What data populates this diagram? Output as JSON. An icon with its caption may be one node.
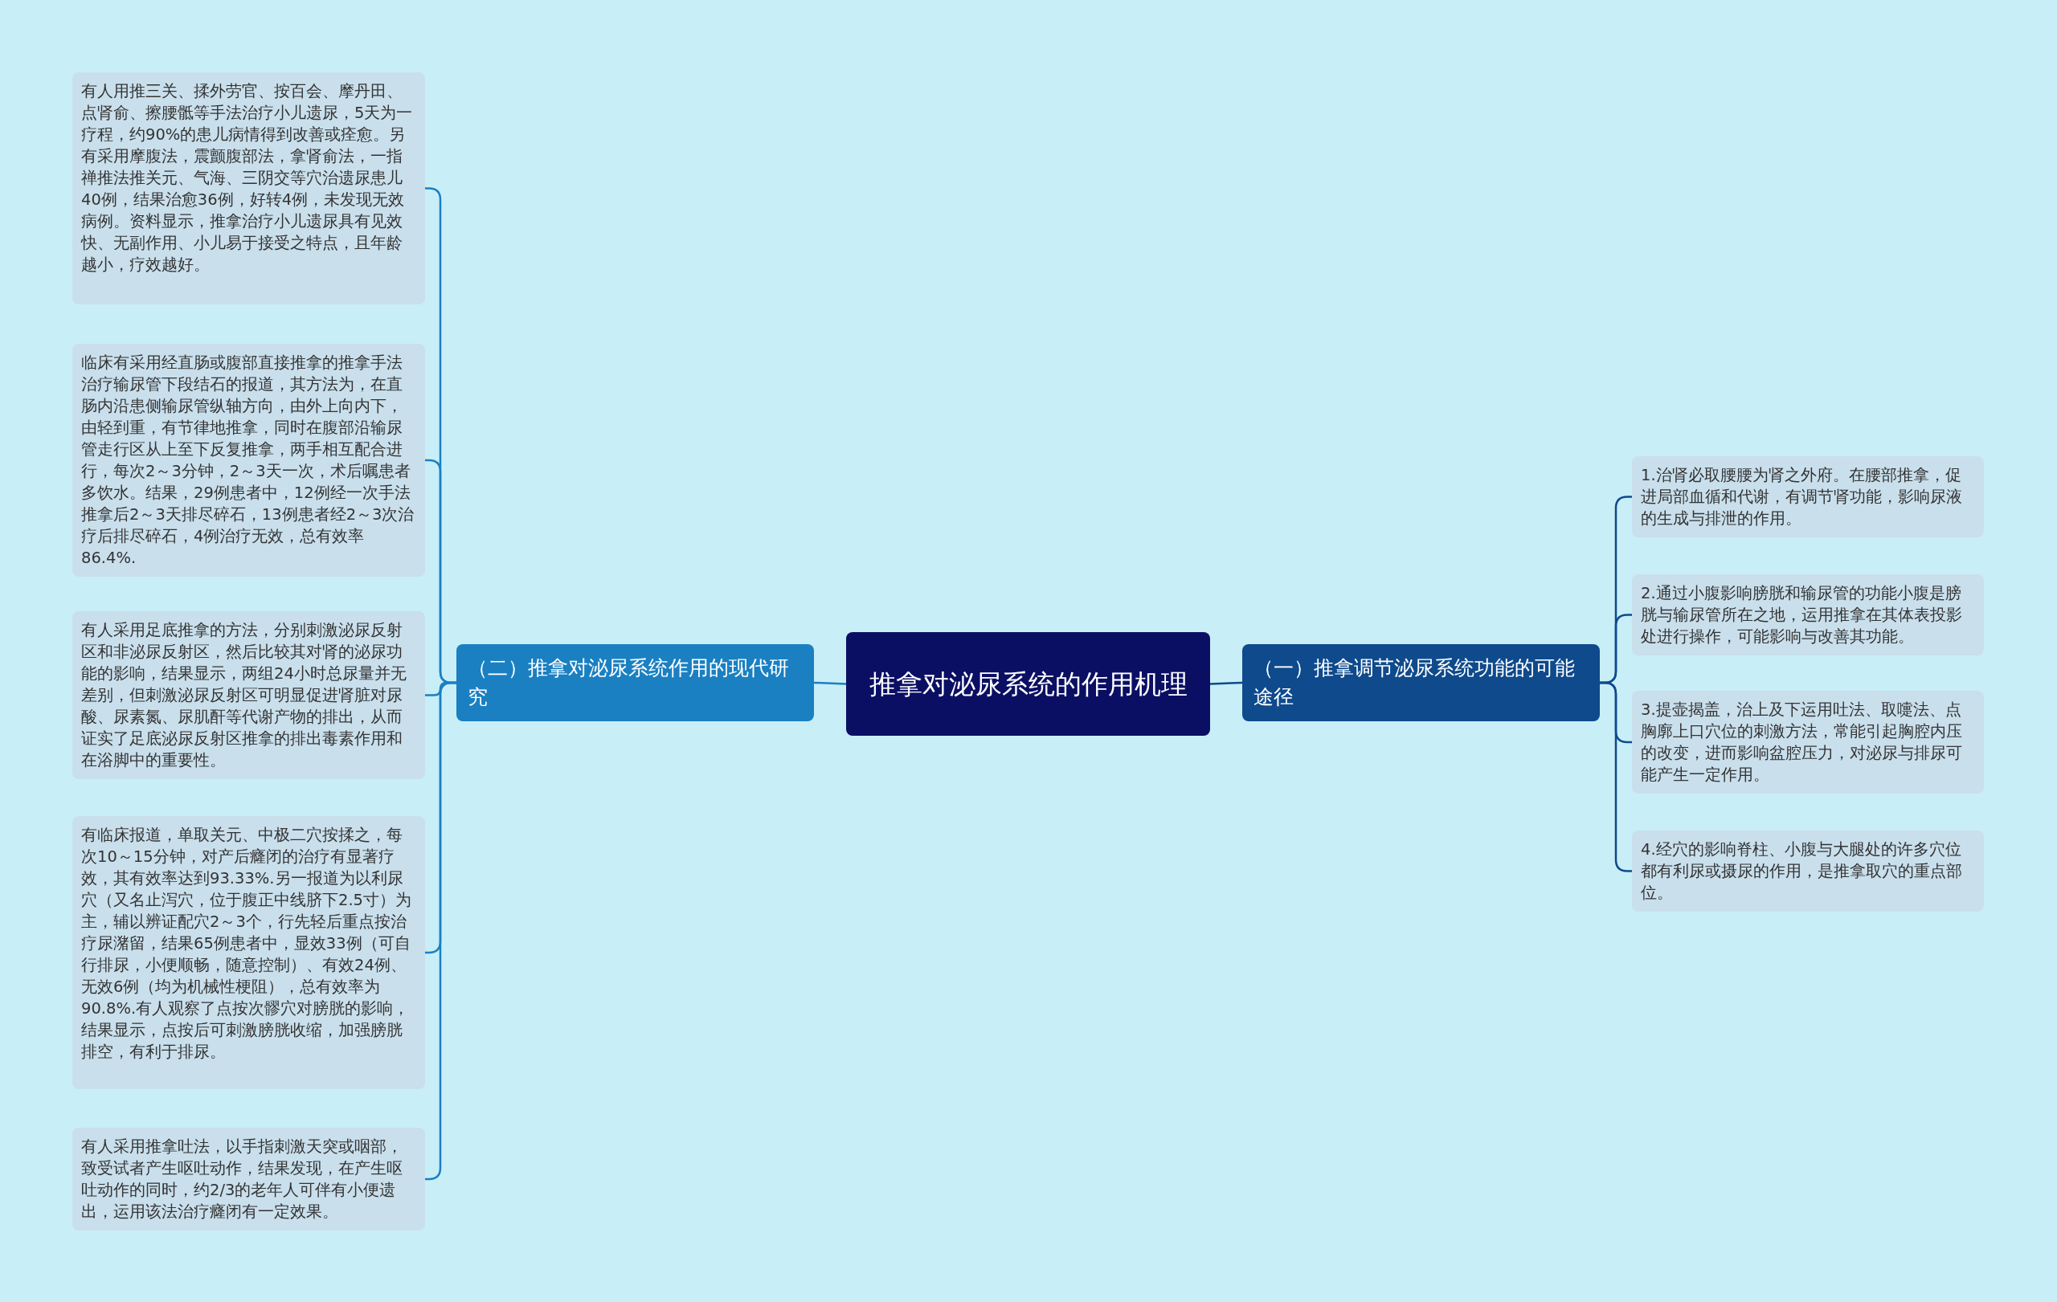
{
  "diagram": {
    "nodes": [
      {
        "text": [
          "推拿对泌尿系统的作用机理"
        ]
      },
      {
        "text": [
          "（一）推拿调节泌尿系统功能的可能途径"
        ]
      },
      {
        "text": [
          "1.治肾必取腰腰为肾之外府。在腰部推拿，促进局部血循和代谢，有调节肾功能，影响尿液的生成与排泄的作用。"
        ]
      },
      {
        "text": [
          "2.通过小腹影响膀胱和输尿管的功能小腹是膀胱与输尿管所在之地，运用推拿在其体表投影处进行操作，可能影响与改善其功能。"
        ]
      },
      {
        "text": [
          "3.提壶揭盖，治上及下运用吐法、取嚏法、点胸廓上口穴位的刺激方法，常能引起胸腔内压的改变，进而影响盆腔压力，对泌尿与排尿可能产生一定作用。"
        ]
      },
      {
        "text": [
          "4.经穴的影响脊柱、小腹与大腿处的许多穴位都有利尿或摄尿的作用，是推拿取穴的重点部位。"
        ]
      },
      {
        "text": [
          "（二）推拿对泌尿系统作用的现代研究"
        ]
      },
      {
        "text": [
          "有人用推三关、揉外劳官、按百会、摩丹田、点肾俞、擦腰骶等手法治疗小儿遗尿，5天为一疗程，约90%的患儿病情得到改善或痊愈。另有采用摩腹法，震颤腹部法，拿肾俞法，一指禅推法推关元、气海、三阴交等穴治遗尿患儿40例，结果治愈36例，好转4例，未发现无效病例。资料显示，推拿治疗小儿遗尿具有见效快、无副作用、小儿易于接受之特点，且年龄越小，疗效越好。"
        ]
      },
      {
        "text": [
          "临床有采用经直肠或腹部直接推拿的推拿手法治疗输尿管下段结石的报道，其方法为，在直肠内沿患侧输尿管纵轴方向，由外上向内下，由轻到重，有节律地推拿，同时在腹部沿输尿管走行区从上至下反复推拿，两手相互配合进行，每次2～3分钟，2～3天一次，术后嘱患者多饮水。结果，29例患者中，12例经一次手法推拿后2～3天排尽碎石，13例患者经2～3次治疗后排尽碎石，4例治疗无效，总有效率86.4%."
        ]
      },
      {
        "text": [
          "有人采用足底推拿的方法，分别刺激泌尿反射区和非泌尿反射区，然后比较其对肾的泌尿功能的影响，结果显示，两组24小时总尿量并无差别，但刺激泌尿反射区可明显促进肾脏对尿酸、尿素氮、尿肌酐等代谢产物的排出，从而证实了足底泌尿反射区推拿的排出毒素作用和在浴脚中的重要性。"
        ]
      },
      {
        "text": [
          "有临床报道，单取关元、中极二穴按揉之，每次10～15分钟，对产后癃闭的治疗有显著疗效，其有效率达到93.33%.另一报道为以利尿穴（又名止泻穴，位于腹正中线脐下2.5寸）为主，辅以辨证配穴2～3个，行先轻后重点按治疗尿潴留，结果65例患者中，显效33例（可自行排尿，小便顺畅，随意控制）、有效24例、无效6例（均为机械性梗阻），总有效率为90.8%.有人观察了点按次髎穴对膀胱的影响，结果显示，点按后可刺激膀胱收缩，加强膀胱排空，有利于排尿。"
        ]
      },
      {
        "text": [
          "有人采用推拿吐法，以手指刺激天突或咽部，致受试者产生呕吐动作，结果发现，在产生呕吐动作的同时，约2/3的老年人可伴有小便遗出，运用该法治疗癃闭有一定效果。"
        ]
      }
    ],
    "edges": [
      {
        "from": 0,
        "to": 1,
        "arrow": "none"
      },
      {
        "from": 1,
        "to": 2,
        "arrow": "none"
      },
      {
        "from": 1,
        "to": 3,
        "arrow": "none"
      },
      {
        "from": 1,
        "to": 4,
        "arrow": "none"
      },
      {
        "from": 1,
        "to": 5,
        "arrow": "none"
      },
      {
        "from": 0,
        "to": 6,
        "arrow": "none"
      },
      {
        "from": 6,
        "to": 7,
        "arrow": "none"
      },
      {
        "from": 6,
        "to": 8,
        "arrow": "none"
      },
      {
        "from": 6,
        "to": 9,
        "arrow": "none"
      },
      {
        "from": 6,
        "to": 10,
        "arrow": "none"
      },
      {
        "from": 6,
        "to": 11,
        "arrow": "none"
      }
    ]
  }
}
